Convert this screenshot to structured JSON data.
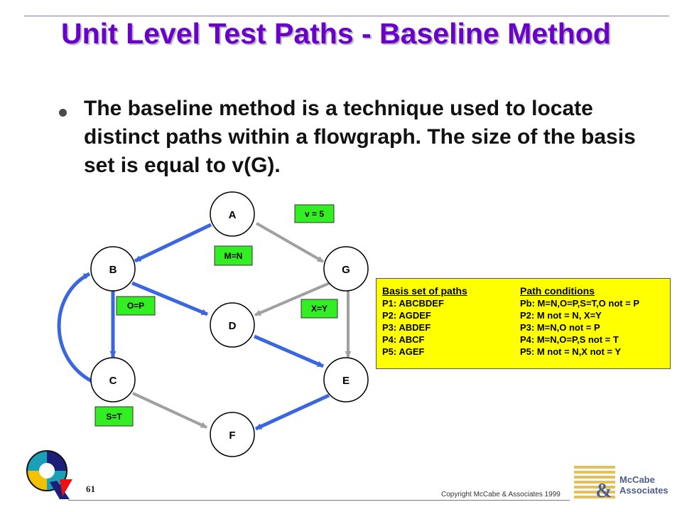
{
  "slide": {
    "title": "Unit Level Test Paths - Baseline Method",
    "bullet": "The baseline method is a technique used to locate distinct paths within a flowgraph. The size of the basis set is equal to v(G).",
    "page_number": "61",
    "copyright": "Copyright McCabe & Associates 1999",
    "brand_line1": "McCabe",
    "brand_line2": "Associates"
  },
  "graph": {
    "nodes": {
      "A": "A",
      "B": "B",
      "C": "C",
      "D": "D",
      "E": "E",
      "F": "F",
      "G": "G"
    },
    "conditions": {
      "v": "v = 5",
      "mn": "M=N",
      "op": "O=P",
      "xy": "X=Y",
      "st": "S=T"
    },
    "colors": {
      "highlight_edge": "#3a66e0",
      "normal_edge": "#a0a0a0",
      "condition_box": "#33ee22",
      "basis_box": "#ffff00"
    }
  },
  "basis_table": {
    "header_paths": "Basis set of paths",
    "header_conditions": "Path conditions",
    "rows": [
      {
        "path": "P1: ABCBDEF",
        "condition": "Pb: M=N,O=P,S=T,O not = P"
      },
      {
        "path": "P2: AGDEF",
        "condition": "P2: M not = N, X=Y"
      },
      {
        "path": "P3: ABDEF",
        "condition": "P3: M=N,O not = P"
      },
      {
        "path": "P4: ABCF",
        "condition": "P4: M=N,O=P,S not = T"
      },
      {
        "path": "P5: AGEF",
        "condition": "P5: M not = N,X not = Y"
      }
    ]
  }
}
